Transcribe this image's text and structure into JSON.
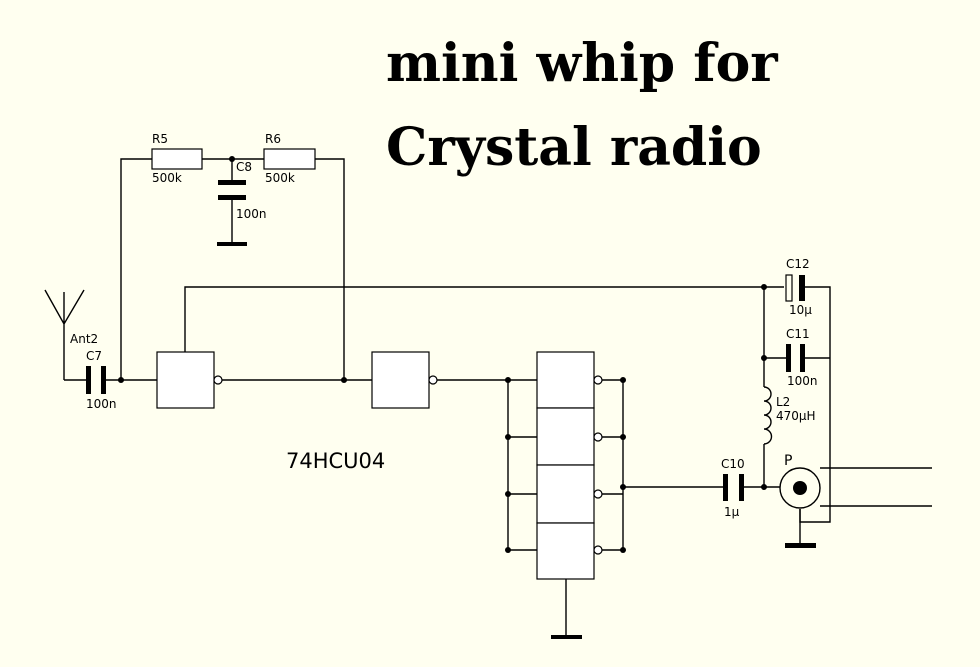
{
  "title": {
    "line1": "mini whip for",
    "line2": "Crystal radio"
  },
  "chip_label": "74HCU04",
  "components": {
    "antenna": {
      "ref": "Ant2"
    },
    "c7": {
      "ref": "C7",
      "value": "100n"
    },
    "r5": {
      "ref": "R5",
      "value": "500k"
    },
    "r6": {
      "ref": "R6",
      "value": "500k"
    },
    "c8": {
      "ref": "C8",
      "value": "100n"
    },
    "c12": {
      "ref": "C12",
      "value": "10µ"
    },
    "c11": {
      "ref": "C11",
      "value": "100n"
    },
    "l2": {
      "ref": "L2",
      "value": "470µH"
    },
    "c10": {
      "ref": "C10",
      "value": "1µ"
    },
    "connector": {
      "ref": "P"
    }
  },
  "colors": {
    "background": "#fffff0",
    "ink": "#000000",
    "gate_fill": "#ffffff"
  }
}
